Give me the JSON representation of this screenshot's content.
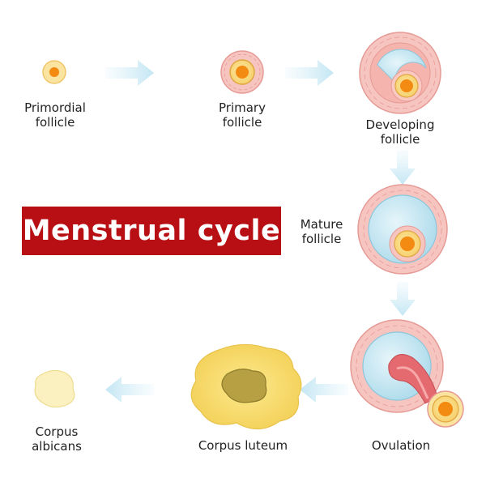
{
  "title": "Menstrual cycle",
  "colors": {
    "title_bg": "#b80f14",
    "arrow": "#d5eef7",
    "granulosa": "#f4b6b2",
    "antrum": "#c8e8f2",
    "oocyte": "#f7a21b",
    "luteum": "#f7e27a",
    "albicans": "#fbf1c0"
  },
  "stages": [
    {
      "id": "primordial",
      "label": "Primordial\nfollicle",
      "icon": "primordial-follicle-icon"
    },
    {
      "id": "primary",
      "label": "Primary\nfollicle",
      "icon": "primary-follicle-icon"
    },
    {
      "id": "developing",
      "label": "Developing\nfollicle",
      "icon": "developing-follicle-icon"
    },
    {
      "id": "mature",
      "label": "Mature\nfollicle",
      "icon": "mature-follicle-icon"
    },
    {
      "id": "ovulation",
      "label": "Ovulation",
      "icon": "ovulation-icon"
    },
    {
      "id": "luteum",
      "label": "Corpus luteum",
      "icon": "corpus-luteum-icon"
    },
    {
      "id": "albicans",
      "label": "Corpus\nalbicans",
      "icon": "corpus-albicans-icon"
    }
  ]
}
